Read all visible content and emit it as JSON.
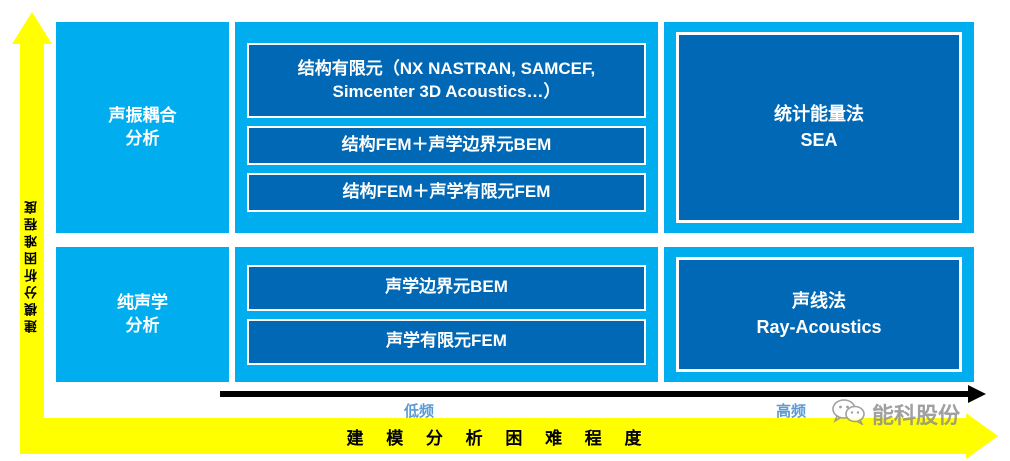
{
  "axes": {
    "vertical_label": "建模分析困难程度",
    "horizontal_label": "建 模 分 析 困 难 程 度",
    "frequency_low": "低频",
    "frequency_high": "高频",
    "arrow_color": "#FFFF00",
    "freq_axis_color": "#000000",
    "freq_label_color": "#5B9BD5"
  },
  "colors": {
    "panel": "#00AEEF",
    "box": "#0068B5",
    "box_border": "#FFFFFF",
    "text": "#FFFFFF"
  },
  "matrix": {
    "rows": [
      {
        "label": "声振耦合\n分析",
        "label_line1": "声振耦合",
        "label_line2": "分析",
        "methods": [
          "结构有限元（NX NASTRAN, SAMCEF,\nSimcenter 3D Acoustics…）",
          "结构FEM＋声学边界元BEM",
          "结构FEM＋声学有限元FEM"
        ],
        "highfreq_line1": "统计能量法",
        "highfreq_line2": "SEA"
      },
      {
        "label": "纯声学\n分析",
        "label_line1": "纯声学",
        "label_line2": "分析",
        "methods": [
          "声学边界元BEM",
          "声学有限元FEM"
        ],
        "highfreq_line1": "声线法",
        "highfreq_line2": "Ray-Acoustics"
      }
    ]
  },
  "watermark": {
    "icon": "wechat-icon",
    "text": "能科股份"
  }
}
